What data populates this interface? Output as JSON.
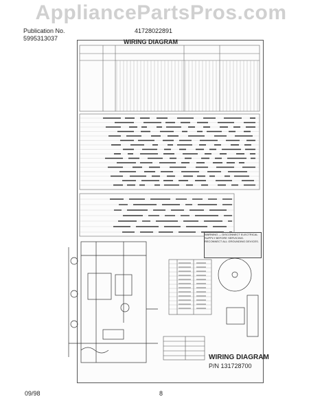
{
  "watermark": "AppliancePartsPros.com",
  "header": {
    "publication_label": "Publication No.",
    "publication_number": "5995313037",
    "model_number": "41728022891"
  },
  "diagram": {
    "title": "WIRING DIAGRAM",
    "footer_title": "WIRING DIAGRAM",
    "part_number": "P/N 131728700"
  },
  "footer": {
    "date": "09/98",
    "page": "8"
  },
  "warning_text": "WARNING — DISCONNECT ELECTRICAL SUPPLY BEFORE SERVICING. RECONNECT ALL GROUNDING DEVICES."
}
